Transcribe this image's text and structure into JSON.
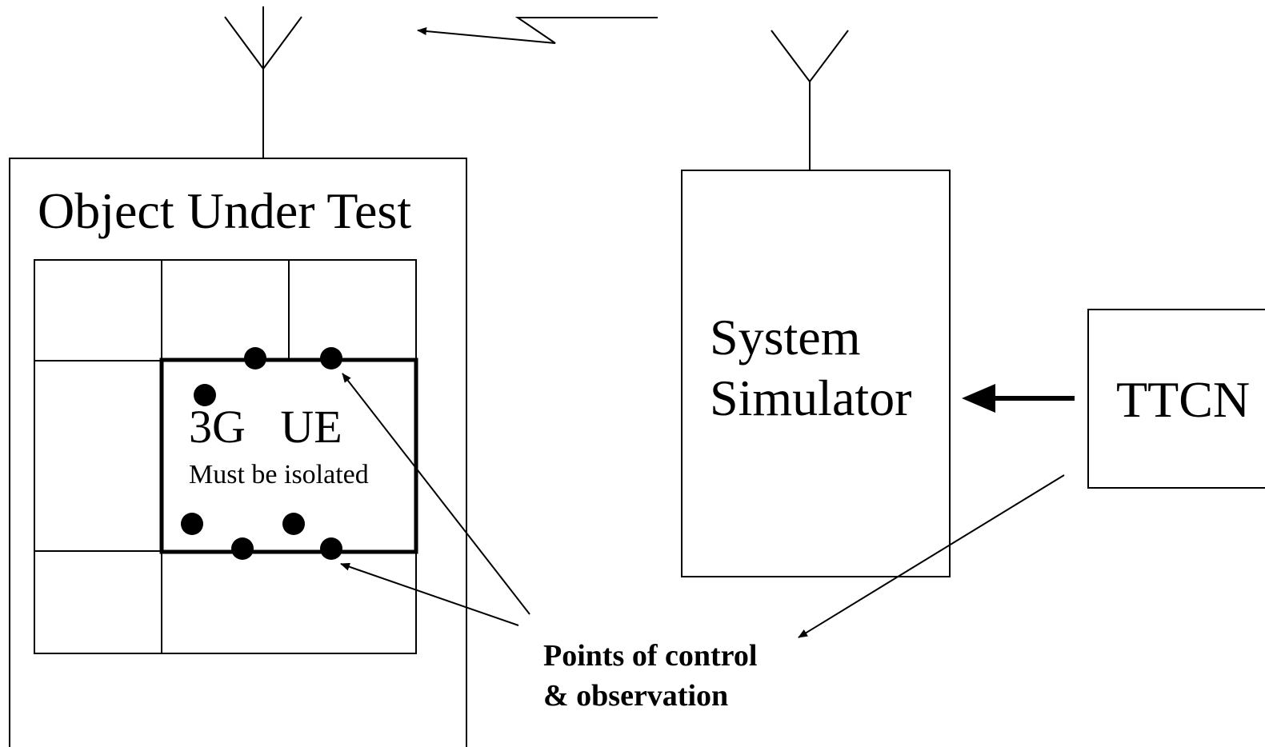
{
  "object_under_test": {
    "title": "Object Under Test",
    "ue_label": "3G   UE",
    "ue_note": "Must be isolated"
  },
  "system_simulator": {
    "line1": "System",
    "line2": "Simulator"
  },
  "ttcn": {
    "label": "TTCN"
  },
  "pco_caption": {
    "line1": "Points of control",
    "line2": "& observation"
  },
  "colors": {
    "stroke": "#000000",
    "background": "#ffffff"
  }
}
